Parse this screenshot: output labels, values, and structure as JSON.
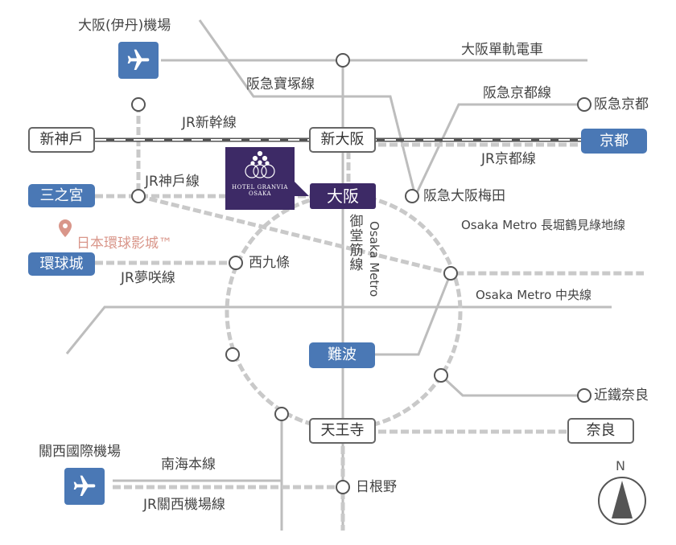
{
  "lines": {
    "osaka_monorail": "大阪單軌電車",
    "hankyu_takarazuka": "阪急寶塚線",
    "hankyu_kyoto": "阪急京都線",
    "jr_shinkansen": "JR新幹線",
    "jr_kyoto": "JR京都線",
    "jr_kobe": "JR神戶線",
    "nagahori": "Osaka Metro 長堀鶴見綠地線",
    "jr_yumesaki": "JR夢咲線",
    "chuo": "Osaka Metro 中央線",
    "midosuji_jp": "御堂筋線",
    "midosuji_en": "Osaka Metro",
    "nankai": "南海本線",
    "jr_kansai_airport": "JR關西機場線"
  },
  "stations": {
    "itami_airport": "大阪(伊丹)機場",
    "shin_kobe": "新神戶",
    "shin_osaka": "新大阪",
    "kyoto": "京都",
    "hankyu_kyoto_stn": "阪急京都",
    "sannomiya": "三之宮",
    "osaka": "大阪",
    "hankyu_umeda": "阪急大阪梅田",
    "usj": "環球城",
    "nishikujo": "西九條",
    "namba": "難波",
    "kintetsu_nara": "近鐵奈良",
    "tennoji": "天王寺",
    "nara": "奈良",
    "kansai_airport": "關西國際機場",
    "hine": "日根野"
  },
  "landmarks": {
    "usj_park": "日本環球影城™"
  },
  "hotel": {
    "line1": "HOTEL GRANVIA",
    "line2": "OSAKA"
  },
  "compass": {
    "north": "N"
  },
  "colors": {
    "line_gray": "#b8b8b8",
    "rail_dash": "#d0d0d0",
    "shinkansen_dark": "#555555",
    "station_blue": "#4a78b5",
    "hotel_purple": "#3d2a66",
    "pin_pink": "#d9968a"
  }
}
